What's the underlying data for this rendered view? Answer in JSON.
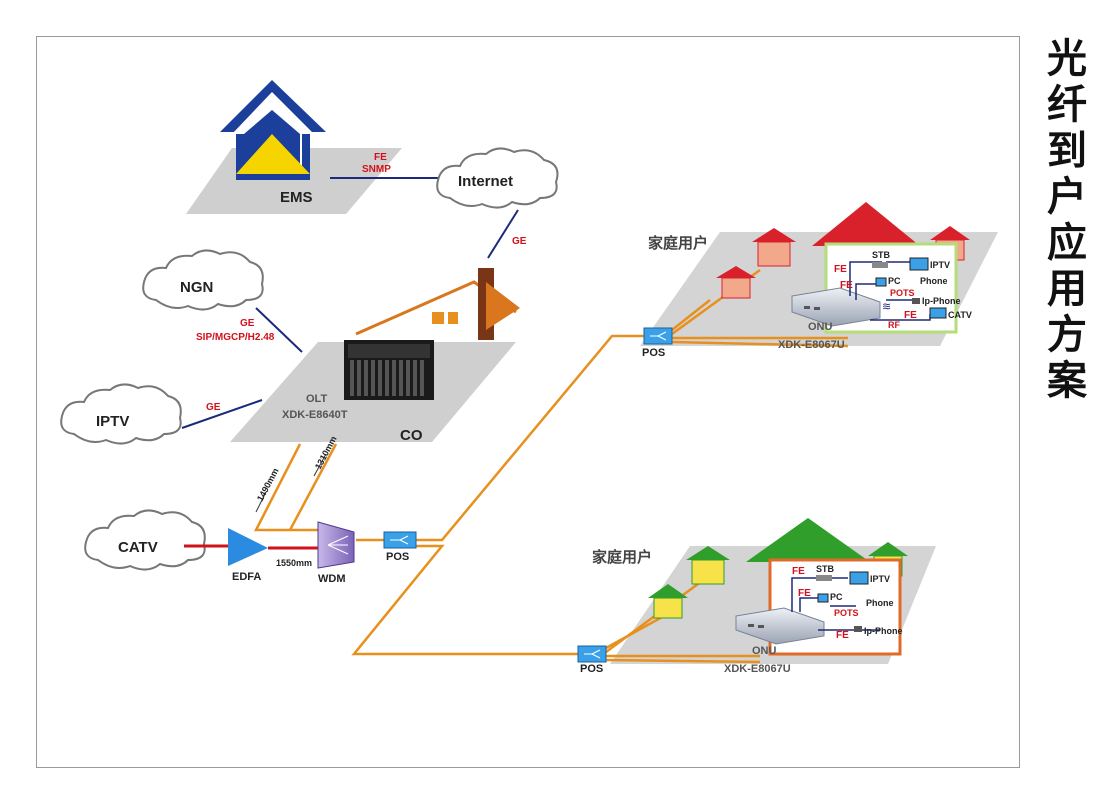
{
  "side_title": [
    "光",
    "纤",
    "到",
    "户",
    "应",
    "用",
    "方",
    "案"
  ],
  "labels": {
    "ems": "EMS",
    "fe": "FE",
    "snmp": "SNMP",
    "internet": "Internet",
    "ge_internet": "GE",
    "ngn": "NGN",
    "ge_ngn": "GE",
    "sip": "SIP/MGCP/H2.48",
    "iptv": "IPTV",
    "ge_iptv": "GE",
    "olt": "OLT",
    "olt_model": "XDK-E8640T",
    "co": "CO",
    "w1490": "1490mm",
    "w1310": "1310mm",
    "catv": "CATV",
    "edfa": "EDFA",
    "w1550": "1550mm",
    "wdm": "WDM",
    "pos_main": "POS",
    "pos_top": "POS",
    "pos_bottom": "POS",
    "home_top": "家庭用户",
    "home_bottom": "家庭用户",
    "onu_top": "ONU",
    "onu_top_model": "XDK-E8067U",
    "onu_bottom": "ONU",
    "onu_bottom_model": "XDK-E8067U",
    "top_stb": "STB",
    "top_iptv": "IPTV",
    "top_fe1": "FE",
    "top_fe2": "FE",
    "top_pc": "PC",
    "top_phone": "Phone",
    "top_pots": "POTS",
    "top_ipphone": "Ip-Phone",
    "top_fe3": "FE",
    "top_rf": "RF",
    "top_catv": "CATV",
    "bot_fe1": "FE",
    "bot_stb": "STB",
    "bot_iptv": "IPTV",
    "bot_fe2": "FE",
    "bot_pc": "PC",
    "bot_phone": "Phone",
    "bot_pots": "POTS",
    "bot_fe3": "FE",
    "bot_ipphone": "Ip-Phone"
  },
  "colors": {
    "fiber": "#e8901e",
    "link": "#1c2a7a",
    "accent_red": "#d2121b",
    "house_top": "#d9212c",
    "house_bottom": "#2f9e2a",
    "ems_blue": "#1b3f9b",
    "ems_yellow": "#f5d400"
  }
}
